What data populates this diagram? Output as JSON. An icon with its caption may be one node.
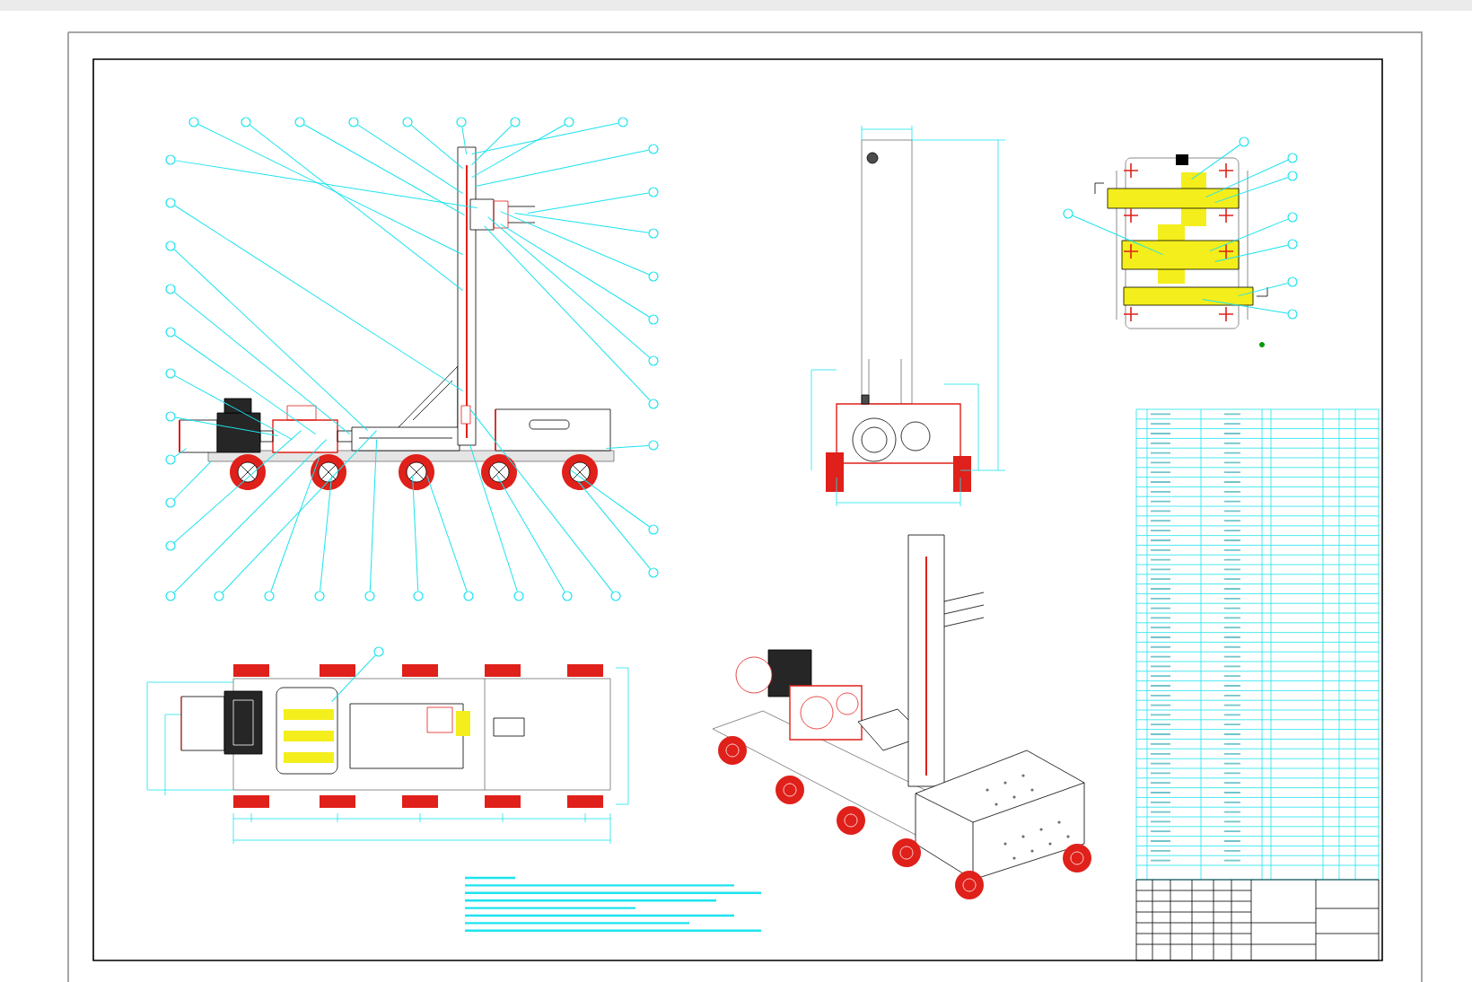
{
  "diagram": {
    "nodes": [
      {
        "text": [],
        "shape": "circle"
      },
      {
        "text": [],
        "shape": "circle"
      },
      {
        "text": [],
        "shape": "circle"
      },
      {
        "text": [],
        "shape": "circle"
      },
      {
        "text": [],
        "shape": "circle"
      },
      {
        "text": [],
        "shape": "circle"
      },
      {
        "text": [],
        "shape": "circle"
      },
      {
        "text": [],
        "shape": "circle"
      },
      {
        "text": [],
        "shape": "circle"
      },
      {
        "text": [],
        "shape": "circle"
      },
      {
        "text": [],
        "shape": "circle"
      },
      {
        "text": [],
        "shape": "circle"
      },
      {
        "text": [],
        "shape": "circle"
      },
      {
        "text": [],
        "shape": "circle"
      },
      {
        "text": [],
        "shape": "circle"
      },
      {
        "text": [],
        "shape": "circle"
      },
      {
        "text": [],
        "shape": "circle"
      },
      {
        "text": [],
        "shape": "circle"
      },
      {
        "text": [],
        "shape": "circle"
      },
      {
        "text": [],
        "shape": "circle"
      },
      {
        "text": [],
        "shape": "circle"
      },
      {
        "text": [],
        "shape": "circle"
      },
      {
        "text": [],
        "shape": "circle"
      },
      {
        "text": [],
        "shape": "circle"
      },
      {
        "text": [],
        "shape": "circle"
      },
      {
        "text": [],
        "shape": "circle"
      },
      {
        "text": [],
        "shape": "circle"
      },
      {
        "text": [],
        "shape": "circle"
      },
      {
        "text": [],
        "shape": "circle"
      },
      {
        "text": [],
        "shape": "circle"
      },
      {
        "text": [],
        "shape": "circle"
      },
      {
        "text": [],
        "shape": "circle"
      },
      {
        "text": [],
        "shape": "circle"
      },
      {
        "text": [],
        "shape": "circle"
      },
      {
        "text": [],
        "shape": "circle"
      },
      {
        "text": [],
        "shape": "circle"
      },
      {
        "text": [],
        "shape": "circle"
      },
      {
        "text": [],
        "shape": "circle"
      },
      {
        "text": [],
        "shape": "circle"
      },
      {
        "text": [],
        "shape": "circle"
      },
      {
        "text": [],
        "shape": "circle"
      },
      {
        "text": [],
        "shape": "circle"
      },
      {
        "text": [],
        "shape": "circle"
      },
      {
        "text": [],
        "shape": "circle"
      },
      {
        "text": [],
        "shape": "circle"
      },
      {
        "text": [],
        "shape": "circle"
      },
      {
        "text": [],
        "shape": "circle"
      },
      {
        "text": [],
        "shape": "circle"
      },
      {
        "text": [],
        "shape": "picture"
      },
      {
        "text": [],
        "shape": "picture"
      },
      {
        "text": [],
        "shape": "picture"
      }
    ],
    "edges": [
      {
        "from": 0,
        "to": 48,
        "arrow": "none"
      },
      {
        "from": 1,
        "to": 48,
        "arrow": "none"
      },
      {
        "from": 2,
        "to": 48,
        "arrow": "none"
      },
      {
        "from": 3,
        "to": 48,
        "arrow": "none"
      },
      {
        "from": 4,
        "to": 48,
        "arrow": "none"
      },
      {
        "from": 5,
        "to": 48,
        "arrow": "none"
      },
      {
        "from": 6,
        "to": 48,
        "arrow": "none"
      },
      {
        "from": 7,
        "to": 48,
        "arrow": "none"
      },
      {
        "from": 8,
        "to": 48,
        "arrow": "none"
      },
      {
        "from": 9,
        "to": 48,
        "arrow": "none"
      },
      {
        "from": 10,
        "to": 48,
        "arrow": "none"
      },
      {
        "from": 11,
        "to": 48,
        "arrow": "none"
      },
      {
        "from": 12,
        "to": 48,
        "arrow": "none"
      },
      {
        "from": 13,
        "to": 48,
        "arrow": "none"
      },
      {
        "from": 14,
        "to": 48,
        "arrow": "none"
      },
      {
        "from": 15,
        "to": 48,
        "arrow": "none"
      },
      {
        "from": 16,
        "to": 48,
        "arrow": "none"
      },
      {
        "from": 17,
        "to": 48,
        "arrow": "none"
      },
      {
        "from": 18,
        "to": 48,
        "arrow": "none"
      },
      {
        "from": 19,
        "to": 48,
        "arrow": "none"
      },
      {
        "from": 20,
        "to": 48,
        "arrow": "none"
      },
      {
        "from": 21,
        "to": 48,
        "arrow": "none"
      },
      {
        "from": 22,
        "to": 48,
        "arrow": "none"
      },
      {
        "from": 23,
        "to": 48,
        "arrow": "none"
      },
      {
        "from": 24,
        "to": 48,
        "arrow": "none"
      },
      {
        "from": 25,
        "to": 48,
        "arrow": "none"
      },
      {
        "from": 26,
        "to": 48,
        "arrow": "none"
      },
      {
        "from": 27,
        "to": 48,
        "arrow": "none"
      },
      {
        "from": 28,
        "to": 48,
        "arrow": "none"
      },
      {
        "from": 29,
        "to": 48,
        "arrow": "none"
      },
      {
        "from": 30,
        "to": 48,
        "arrow": "none"
      },
      {
        "from": 31,
        "to": 48,
        "arrow": "none"
      },
      {
        "from": 32,
        "to": 48,
        "arrow": "none"
      },
      {
        "from": 33,
        "to": 48,
        "arrow": "none"
      },
      {
        "from": 34,
        "to": 48,
        "arrow": "none"
      },
      {
        "from": 35,
        "to": 48,
        "arrow": "none"
      },
      {
        "from": 36,
        "to": 48,
        "arrow": "none"
      },
      {
        "from": 37,
        "to": 48,
        "arrow": "none"
      },
      {
        "from": 38,
        "to": 48,
        "arrow": "none"
      },
      {
        "from": 39,
        "to": 49,
        "arrow": "none"
      },
      {
        "from": 40,
        "to": 49,
        "arrow": "none"
      },
      {
        "from": 41,
        "to": 49,
        "arrow": "none"
      },
      {
        "from": 42,
        "to": 49,
        "arrow": "none"
      },
      {
        "from": 43,
        "to": 49,
        "arrow": "none"
      },
      {
        "from": 44,
        "to": 49,
        "arrow": "none"
      },
      {
        "from": 45,
        "to": 49,
        "arrow": "none"
      },
      {
        "from": 46,
        "to": 49,
        "arrow": "none"
      },
      {
        "from": 47,
        "to": 50,
        "arrow": "none"
      }
    ]
  }
}
